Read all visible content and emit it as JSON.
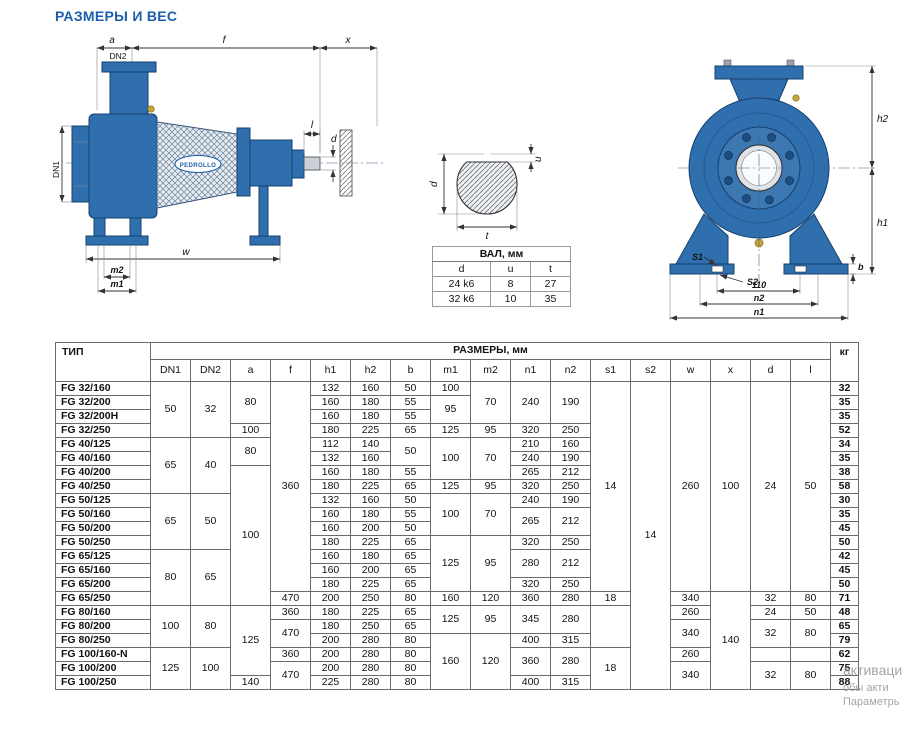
{
  "page": {
    "title": "РАЗМЕРЫ И ВЕС"
  },
  "drawings": {
    "side": {
      "dim_a": "a",
      "dim_f": "f",
      "dim_x": "x",
      "dn2": "DN2",
      "dn1": "DN1",
      "dim_l": "l",
      "dim_d": "d",
      "dim_w": "w",
      "dim_m2": "m2",
      "dim_m1": "m1",
      "brand": "PEDROLLO"
    },
    "section": {
      "dim_d": "d",
      "dim_u": "u",
      "dim_t": "t"
    },
    "front": {
      "dim_h2": "h2",
      "dim_h1": "h1",
      "dim_s1": "S1",
      "dim_s2": "S2",
      "dim_b": "b",
      "dim_110": "110",
      "dim_n2": "n2",
      "dim_n1": "n1"
    }
  },
  "shaft_table": {
    "title": "ВАЛ, мм",
    "headers": [
      "d",
      "u",
      "t"
    ],
    "rows": [
      [
        "24 k6",
        "8",
        "27"
      ],
      [
        "32 k6",
        "10",
        "35"
      ]
    ]
  },
  "table": {
    "type_label": "ТИП",
    "sizes_label": "РАЗМЕРЫ, мм",
    "kg_label": "кг",
    "col_headers": [
      "DN1",
      "DN2",
      "a",
      "f",
      "h1",
      "h2",
      "b",
      "m1",
      "m2",
      "n1",
      "n2",
      "s1",
      "s2",
      "w",
      "x",
      "d",
      "l"
    ],
    "rows": [
      {
        "type": "FG 32/160",
        "cells": [
          {
            "v": "50",
            "rs": 4
          },
          {
            "v": "32",
            "rs": 4
          },
          {
            "v": "80",
            "rs": 3
          },
          {
            "v": "360",
            "rs": 15
          },
          "132",
          "160",
          "50",
          "100",
          {
            "v": "70",
            "rs": 3
          },
          {
            "v": "240",
            "rs": 3
          },
          {
            "v": "190",
            "rs": 3
          },
          {
            "v": "14",
            "rs": 15
          },
          {
            "v": "14",
            "rs": 22
          },
          {
            "v": "260",
            "rs": 15
          },
          {
            "v": "100",
            "rs": 15
          },
          {
            "v": "24",
            "rs": 15
          },
          {
            "v": "50",
            "rs": 15
          }
        ],
        "kg": "32"
      },
      {
        "type": "FG 32/200",
        "cells": [
          null,
          null,
          null,
          null,
          "160",
          "180",
          "55",
          {
            "v": "95",
            "rs": 2
          },
          null,
          null,
          null,
          null,
          null,
          null,
          null,
          null,
          null
        ],
        "kg": "35"
      },
      {
        "type": "FG 32/200H",
        "cells": [
          null,
          null,
          null,
          null,
          "160",
          "180",
          "55",
          null,
          null,
          null,
          null,
          null,
          null,
          null,
          null,
          null,
          null
        ],
        "kg": "35"
      },
      {
        "type": "FG 32/250",
        "cells": [
          null,
          null,
          "100",
          null,
          "180",
          "225",
          "65",
          "125",
          "95",
          "320",
          "250",
          null,
          null,
          null,
          null,
          null,
          null
        ],
        "kg": "52"
      },
      {
        "type": "FG 40/125",
        "cells": [
          {
            "v": "65",
            "rs": 4
          },
          {
            "v": "40",
            "rs": 4
          },
          {
            "v": "80",
            "rs": 2
          },
          null,
          "112",
          "140",
          {
            "v": "50",
            "rs": 2
          },
          {
            "v": "100",
            "rs": 3
          },
          {
            "v": "70",
            "rs": 3
          },
          "210",
          "160",
          null,
          null,
          null,
          null,
          null,
          null
        ],
        "kg": "34"
      },
      {
        "type": "FG 40/160",
        "cells": [
          null,
          null,
          null,
          null,
          "132",
          "160",
          null,
          null,
          null,
          "240",
          "190",
          null,
          null,
          null,
          null,
          null,
          null
        ],
        "kg": "35"
      },
      {
        "type": "FG 40/200",
        "cells": [
          null,
          null,
          {
            "v": "100",
            "rs": 10
          },
          null,
          "160",
          "180",
          "55",
          null,
          null,
          "265",
          "212",
          null,
          null,
          null,
          null,
          null,
          null
        ],
        "kg": "38"
      },
      {
        "type": "FG 40/250",
        "cells": [
          null,
          null,
          null,
          null,
          "180",
          "225",
          "65",
          "125",
          "95",
          "320",
          "250",
          null,
          null,
          null,
          null,
          null,
          null
        ],
        "kg": "58"
      },
      {
        "type": "FG 50/125",
        "cells": [
          {
            "v": "65",
            "rs": 4
          },
          {
            "v": "50",
            "rs": 4
          },
          null,
          null,
          "132",
          "160",
          "50",
          {
            "v": "100",
            "rs": 3
          },
          {
            "v": "70",
            "rs": 3
          },
          "240",
          "190",
          null,
          null,
          null,
          null,
          null,
          null
        ],
        "kg": "30"
      },
      {
        "type": "FG 50/160",
        "cells": [
          null,
          null,
          null,
          null,
          "160",
          "180",
          "55",
          null,
          null,
          {
            "v": "265",
            "rs": 2
          },
          {
            "v": "212",
            "rs": 2
          },
          null,
          null,
          null,
          null,
          null,
          null
        ],
        "kg": "35"
      },
      {
        "type": "FG 50/200",
        "cells": [
          null,
          null,
          null,
          null,
          "160",
          "200",
          "50",
          null,
          null,
          null,
          null,
          null,
          null,
          null,
          null,
          null,
          null
        ],
        "kg": "45"
      },
      {
        "type": "FG 50/250",
        "cells": [
          null,
          null,
          null,
          null,
          "180",
          "225",
          "65",
          {
            "v": "125",
            "rs": 4
          },
          {
            "v": "95",
            "rs": 4
          },
          "320",
          "250",
          null,
          null,
          null,
          null,
          null,
          null
        ],
        "kg": "50"
      },
      {
        "type": "FG 65/125",
        "cells": [
          {
            "v": "80",
            "rs": 4
          },
          {
            "v": "65",
            "rs": 4
          },
          null,
          null,
          "160",
          "180",
          "65",
          null,
          null,
          {
            "v": "280",
            "rs": 2
          },
          {
            "v": "212",
            "rs": 2
          },
          null,
          null,
          null,
          null,
          null,
          null
        ],
        "kg": "42"
      },
      {
        "type": "FG 65/160",
        "cells": [
          null,
          null,
          null,
          null,
          "160",
          "200",
          "65",
          null,
          null,
          null,
          null,
          null,
          null,
          null,
          null,
          null,
          null
        ],
        "kg": "45"
      },
      {
        "type": "FG 65/200",
        "cells": [
          null,
          null,
          null,
          null,
          "180",
          "225",
          "65",
          null,
          null,
          "320",
          "250",
          null,
          null,
          null,
          null,
          null,
          null
        ],
        "kg": "50"
      },
      {
        "type": "FG 65/250",
        "cells": [
          null,
          null,
          null,
          "470",
          "200",
          "250",
          "80",
          "160",
          "120",
          "360",
          "280",
          "18",
          null,
          "340",
          {
            "v": "140",
            "rs": 7
          },
          "32",
          "80"
        ],
        "kg": "71"
      },
      {
        "type": "FG 80/160",
        "cells": [
          {
            "v": "100",
            "rs": 3
          },
          {
            "v": "80",
            "rs": 3
          },
          {
            "v": "125",
            "rs": 5
          },
          "360",
          "180",
          "225",
          "65",
          {
            "v": "125",
            "rs": 2
          },
          {
            "v": "95",
            "rs": 2
          },
          {
            "v": "345",
            "rs": 2
          },
          {
            "v": "280",
            "rs": 2
          },
          {
            "v": "",
            "rs": 3
          },
          null,
          "260",
          null,
          "24",
          "50"
        ],
        "kg": "48"
      },
      {
        "type": "FG 80/200",
        "cells": [
          null,
          null,
          null,
          {
            "v": "470",
            "rs": 2
          },
          "180",
          "250",
          "65",
          null,
          null,
          null,
          null,
          null,
          null,
          {
            "v": "340",
            "rs": 2
          },
          null,
          {
            "v": "32",
            "rs": 2
          },
          {
            "v": "80",
            "rs": 2
          }
        ],
        "kg": "65"
      },
      {
        "type": "FG 80/250",
        "cells": [
          null,
          null,
          null,
          null,
          "200",
          "280",
          "80",
          {
            "v": "160",
            "rs": 4
          },
          {
            "v": "120",
            "rs": 4
          },
          "400",
          "315",
          null,
          null,
          null,
          null,
          null,
          null
        ],
        "kg": "79"
      },
      {
        "type": "FG 100/160-N",
        "cells": [
          {
            "v": "125",
            "rs": 3
          },
          {
            "v": "100",
            "rs": 3
          },
          null,
          "360",
          "200",
          "280",
          "80",
          null,
          null,
          {
            "v": "360",
            "rs": 2
          },
          {
            "v": "280",
            "rs": 2
          },
          {
            "v": "18",
            "rs": 3
          },
          null,
          "260",
          null,
          "",
          ""
        ],
        "kg": "62"
      },
      {
        "type": "FG 100/200",
        "cells": [
          null,
          null,
          null,
          {
            "v": "470",
            "rs": 2
          },
          "200",
          "280",
          "80",
          null,
          null,
          null,
          null,
          null,
          null,
          {
            "v": "340",
            "rs": 2
          },
          null,
          {
            "v": "32",
            "rs": 2
          },
          {
            "v": "80",
            "rs": 2
          }
        ],
        "kg": "75"
      },
      {
        "type": "FG 100/250",
        "cells": [
          null,
          null,
          "140",
          null,
          "225",
          "280",
          "80",
          null,
          null,
          "400",
          "315",
          null,
          null,
          null,
          null,
          null,
          null
        ],
        "kg": "88"
      }
    ]
  },
  "watermark": {
    "line1": "активаци",
    "line2": "обы акти",
    "line3": "Параметрь"
  }
}
